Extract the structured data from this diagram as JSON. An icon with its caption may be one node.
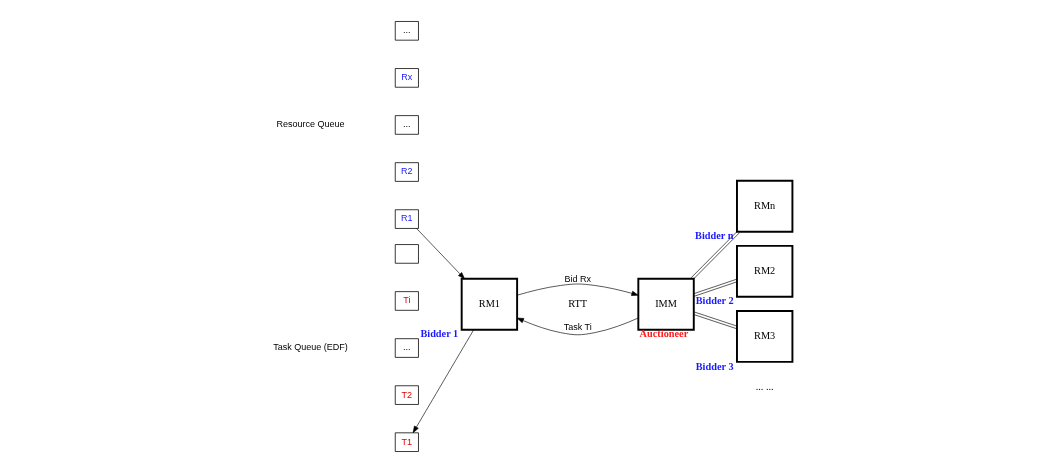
{
  "diagram": {
    "nodes": [
      {
        "text": [
          "RM1"
        ],
        "beside": [
          "Bidder 1"
        ]
      },
      {
        "text": [
          "IMM"
        ],
        "beside": [
          "Auctioneer"
        ]
      },
      {
        "text": [
          "RMn"
        ],
        "beside": [
          "Bidder n"
        ]
      },
      {
        "text": [
          "RM2"
        ],
        "beside": [
          "Bidder 2"
        ]
      },
      {
        "text": [
          "RM3"
        ],
        "beside": [
          "Bidder 3"
        ]
      },
      {
        "text": [
          "T1"
        ]
      },
      {
        "text": [
          "T2"
        ]
      },
      {
        "text": [
          "..."
        ]
      },
      {
        "text": [
          "Ti"
        ]
      },
      {
        "text": [],
        "shape": "box"
      },
      {
        "text": [
          "R1"
        ]
      },
      {
        "text": [
          "R2"
        ]
      },
      {
        "text": [
          "..."
        ]
      },
      {
        "text": [
          "Rx"
        ]
      },
      {
        "text": [
          "..."
        ]
      }
    ],
    "edges": [
      {
        "from": 1,
        "to": 0,
        "arrow": "to",
        "label": "Task Ti"
      },
      {
        "from": 0,
        "to": 1,
        "arrow": "to",
        "label": "Bid Rx"
      },
      {
        "from": 0,
        "to": 5,
        "arrow": "to"
      },
      {
        "from": 10,
        "to": 0,
        "arrow": "to"
      },
      {
        "from": 1,
        "to": 2,
        "arrow": "none"
      },
      {
        "from": 1,
        "to": 3,
        "arrow": "none"
      },
      {
        "from": 1,
        "to": 4,
        "arrow": "none"
      }
    ],
    "labels": [
      "RTT",
      "Task Queue (EDF)",
      "Resource Queue",
      "... ..."
    ]
  }
}
